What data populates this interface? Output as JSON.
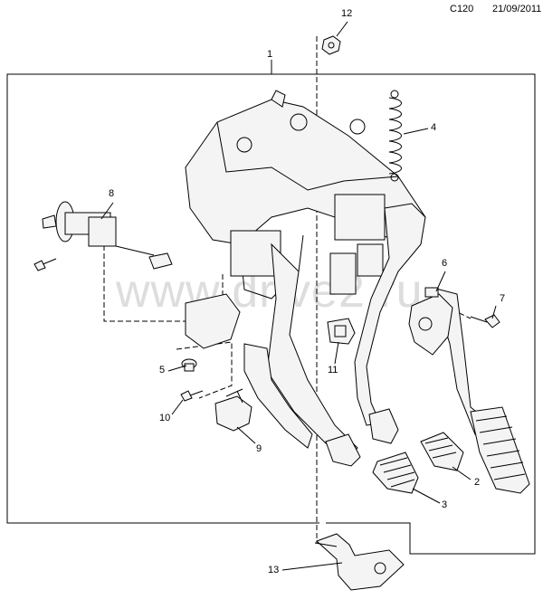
{
  "header": {
    "code": "C120",
    "date": "21/09/2011"
  },
  "watermark": "www.drive2.ru",
  "callouts": [
    "1",
    "2",
    "3",
    "4",
    "5",
    "6",
    "7",
    "8",
    "9",
    "10",
    "11",
    "12",
    "13"
  ],
  "parts": [
    {
      "callout": "1",
      "icon": "pedal-bracket-assembly-icon"
    },
    {
      "callout": "2",
      "icon": "pedal-pad-icon"
    },
    {
      "callout": "3",
      "icon": "pedal-pad-icon"
    },
    {
      "callout": "4",
      "icon": "return-spring-icon"
    },
    {
      "callout": "5",
      "icon": "stop-lamp-switch-icon"
    },
    {
      "callout": "6",
      "icon": "throttle-sensor-icon"
    },
    {
      "callout": "7",
      "icon": "bolt-icon"
    },
    {
      "callout": "8",
      "icon": "clutch-master-cylinder-icon"
    },
    {
      "callout": "9",
      "icon": "switch-icon"
    },
    {
      "callout": "10",
      "icon": "screw-icon"
    },
    {
      "callout": "11",
      "icon": "switch-icon"
    },
    {
      "callout": "12",
      "icon": "nut-icon"
    },
    {
      "callout": "13",
      "icon": "support-bracket-icon"
    }
  ]
}
